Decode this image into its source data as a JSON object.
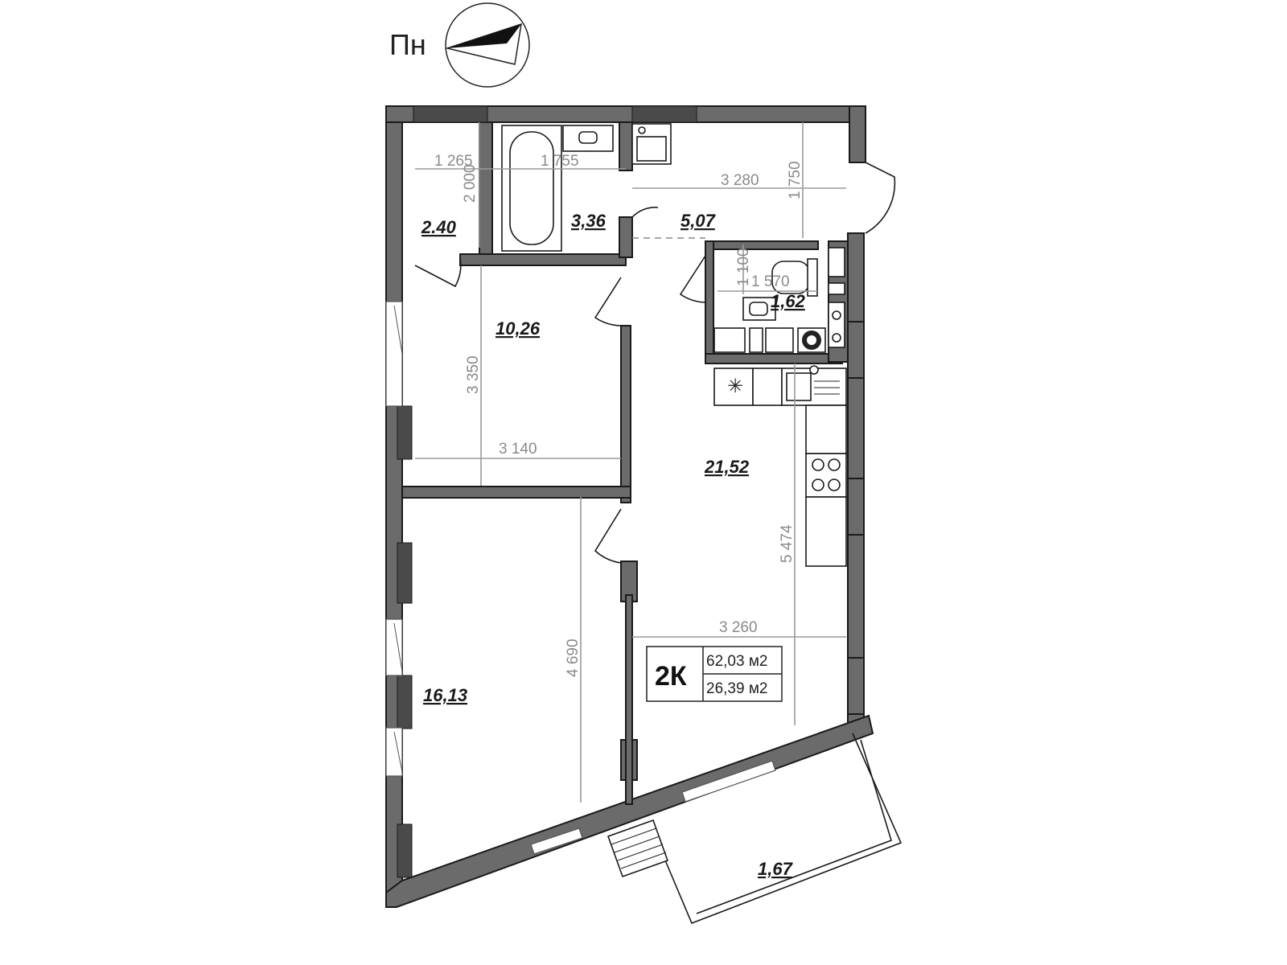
{
  "compass": {
    "label": "Пн",
    "icon": "north-arrow-icon"
  },
  "rooms": {
    "storage": "2.40",
    "bathroom": "3,36",
    "hallway": "5,07",
    "wc": "1,62",
    "bedroom_small": "10,26",
    "kitchen_living": "21,52",
    "bedroom_large": "16,13",
    "balcony": "1,67"
  },
  "dimensions": {
    "storage_width": "1 265",
    "storage_depth": "2 000",
    "bath_width": "1 755",
    "hall_width": "3 280",
    "hall_depth": "1 750",
    "wc_depth": "1 100",
    "wc_width": "1 570",
    "bedroom_small_depth": "3 350",
    "bedroom_small_width": "3 140",
    "kitchen_depth": "5 474",
    "kitchen_width": "3 260",
    "bedroom_large_depth": "4 690"
  },
  "summary": {
    "type": "2К",
    "total_area": "62,03 м2",
    "living_area": "26,39 м2"
  },
  "colors": {
    "wall": "#6b6b6b",
    "dimension": "#9a9a9a",
    "line": "#1a1a1a"
  }
}
